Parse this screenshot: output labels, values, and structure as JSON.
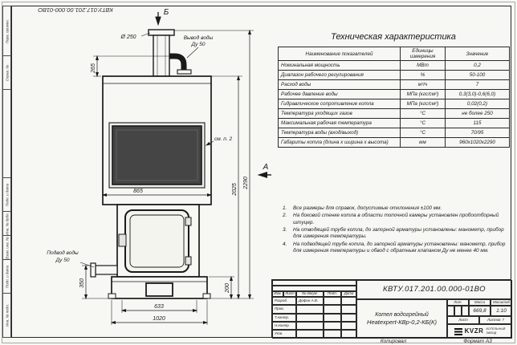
{
  "sheet": {
    "designation_top": "КВТУ.017.201.00.000-01ВО",
    "side_labels": [
      "Перв. примен.",
      "Справ. №",
      "",
      "Подп. и дата",
      "Инв. № дубл.",
      "Взам. инв. №",
      "Подп. и дата",
      "Инв. № подл."
    ],
    "copy_label": "Копировал",
    "format_label": "Формат А3"
  },
  "drawing": {
    "marker_b": "Б",
    "marker_a": "А",
    "note_ref": "см. п. 2",
    "outlet_line1": "Вывод воды",
    "outlet_line2": "Ду 50",
    "inlet_line1": "Подвод воды",
    "inlet_line2": "Ду 50",
    "dims": {
      "diameter": "Ø 250",
      "d265": "265",
      "d865": "865",
      "d2290": "2290",
      "d2025": "2025",
      "d350": "350",
      "d633": "633",
      "d1020": "1020",
      "d200": "200"
    }
  },
  "spec_table": {
    "title": "Техническая характеристика",
    "headers": [
      "Наименование показателей",
      "Единицы измерения",
      "Значение"
    ],
    "rows": [
      {
        "name": "Номинальная мощность",
        "unit": "МВт",
        "value": "0,2"
      },
      {
        "name": "Диапазон рабочего регулирования",
        "unit": "%",
        "value": "50-100"
      },
      {
        "name": "Расход воды",
        "unit": "м³/ч",
        "value": "7"
      },
      {
        "name": "Рабочее давление воды",
        "unit": "МПа (кгс/см²)",
        "value": "0,3(3,0)-0,6(6,0)"
      },
      {
        "name": "Гидравлическое сопротивление котла",
        "unit": "МПа (кгс/см²)",
        "value": "0,02(0,2)"
      },
      {
        "name": "Температура уходящих газов",
        "unit": "°С",
        "value": "не более 250"
      },
      {
        "name": "Максимальная рабочая температура",
        "unit": "°С",
        "value": "115"
      },
      {
        "name": "Температура воды (вход/выход)",
        "unit": "°С",
        "value": "70/95"
      },
      {
        "name": "Габариты котла (длина х ширина х высота)",
        "unit": "мм",
        "value": "960х1020х2290"
      }
    ]
  },
  "notes": [
    {
      "n": "1.",
      "t": "Все размеры для справок, допустимые отклонения ±100 мм."
    },
    {
      "n": "2.",
      "t": "На боковой стенке котла в области топочной камеры установлен пробоотборный штуцер."
    },
    {
      "n": "3.",
      "t": "На отводящей трубе котла, до запорной арматуры установлены: манометр, прибор для измерения температуры."
    },
    {
      "n": "4.",
      "t": "На подводящей трубе котла, до запорной арматуры установлены: манометр, прибор для измерения температуры и обвод с обратным клапаном Ду не менее 40 мм."
    }
  ],
  "title_block": {
    "designation": "КВТУ.017.201.00.000-01ВО",
    "cols": [
      "Изм.",
      "Лист",
      "№ докум.",
      "Подп.",
      "Дата"
    ],
    "rows": [
      {
        "role": "Разраб.",
        "name": "Дофин А.В."
      },
      {
        "role": "Пров.",
        "name": ""
      },
      {
        "role": "Т.контр.",
        "name": ""
      },
      {
        "role": "Н.контр.",
        "name": ""
      },
      {
        "role": "Утв.",
        "name": ""
      }
    ],
    "product_name_1": "Котел водогрейный",
    "product_name_2": "Heatexpert-КВр-0,2-КБ(К)",
    "lit_label": "Лит.",
    "mass_label": "Масса",
    "scale_label": "Масштаб",
    "mass_value": "669,8",
    "scale_value": "1:10",
    "sheet_label": "Лист",
    "sheets_label": "Листов",
    "sheets_value": "7",
    "logo": "KVZR",
    "company_line1": "КОТЕЛЬНЫЙ",
    "company_line2": "ЗАВОД"
  }
}
